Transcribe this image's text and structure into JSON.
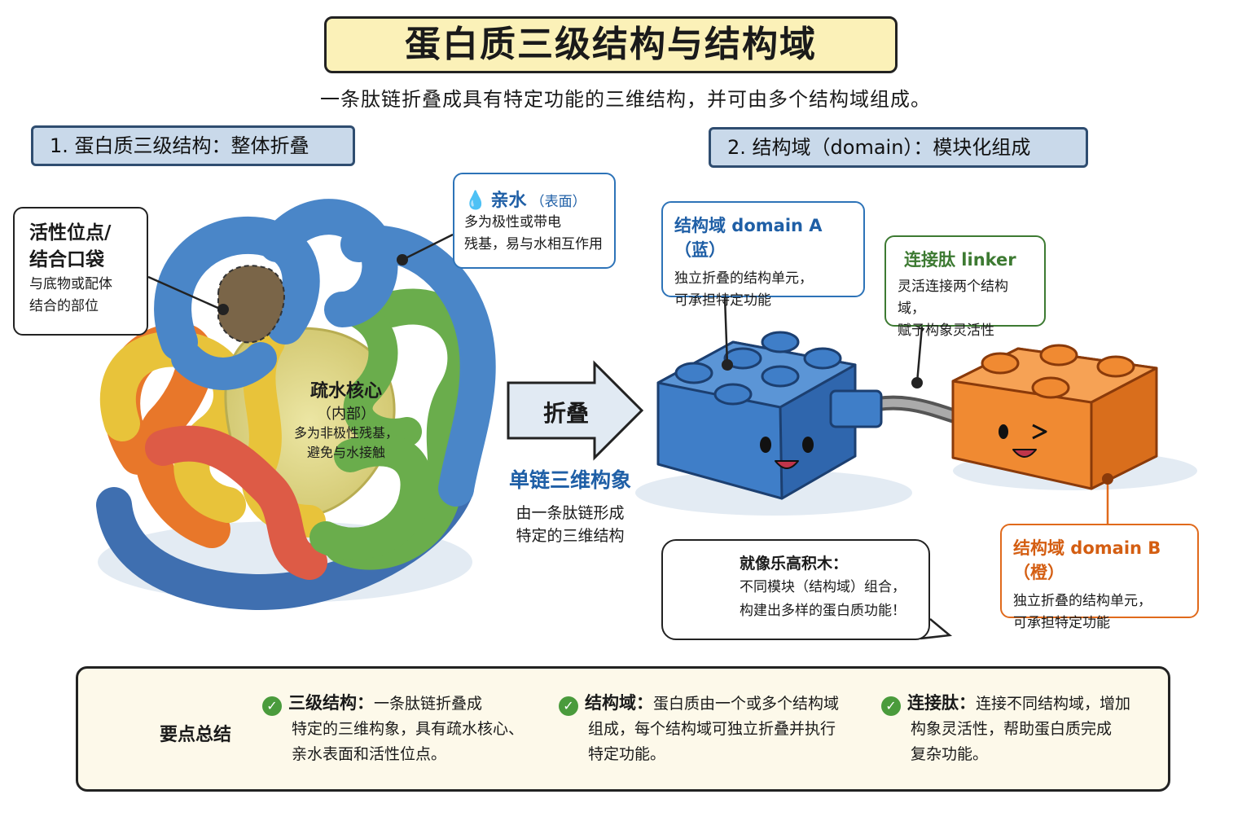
{
  "title": "蛋白质三级结构与结构域",
  "subtitle": "一条肽链折叠成具有特定功能的三维结构，并可由多个结构域组成。",
  "section1": {
    "label": "1. 蛋白质三级结构：整体折叠"
  },
  "section2": {
    "label": "2. 结构域（domain）：模块化组成"
  },
  "active_site": {
    "title_line1": "活性位点/",
    "title_line2": "结合口袋",
    "desc_line1": "与底物或配体",
    "desc_line2": "结合的部位"
  },
  "hydrophilic": {
    "title": "亲水",
    "title_note": "（表面）",
    "desc_line1": "多为极性或带电",
    "desc_line2": "残基，易与水相互作用"
  },
  "core": {
    "title": "疏水核心",
    "subtitle": "（内部）",
    "desc_line1": "多为非极性残基，",
    "desc_line2": "避免与水接触"
  },
  "arrow": {
    "label": "折叠",
    "caption_title": "单链三维构象",
    "caption_line1": "由一条肽链形成",
    "caption_line2": "特定的三维结构"
  },
  "domainA": {
    "title": "结构域 domain A（蓝）",
    "desc_line1": "独立折叠的结构单元，",
    "desc_line2": "可承担特定功能"
  },
  "linker": {
    "title": "连接肽 linker",
    "desc_line1": "灵活连接两个结构域，",
    "desc_line2": "赋予构象灵活性"
  },
  "domainB": {
    "title": "结构域 domain B（橙）",
    "desc_line1": "独立折叠的结构单元，",
    "desc_line2": "可承担特定功能"
  },
  "lego_note": {
    "title": "就像乐高积木：",
    "line1": "不同模块（结构域）组合，",
    "line2": "构建出多样的蛋白质功能！"
  },
  "summary": {
    "heading": "要点总结",
    "items": [
      {
        "term": "三级结构：",
        "line1": "一条肽链折叠成",
        "line2": "特定的三维构象，具有疏水核心、",
        "line3": "亲水表面和活性位点。"
      },
      {
        "term": "结构域：",
        "line1": "蛋白质由一个或多个结构域",
        "line2": "组成，每个结构域可独立折叠并执行",
        "line3": "特定功能。"
      },
      {
        "term": "连接肽：",
        "line1": "连接不同结构域，增加",
        "line2": "构象灵活性，帮助蛋白质完成",
        "line3": "复杂功能。"
      }
    ]
  },
  "colors": {
    "blue": "#4a86c8",
    "green": "#6aad4c",
    "yellow": "#e8c33a",
    "orange": "#e8772a",
    "red": "#dd5b46",
    "core": "#e4dc8c"
  }
}
